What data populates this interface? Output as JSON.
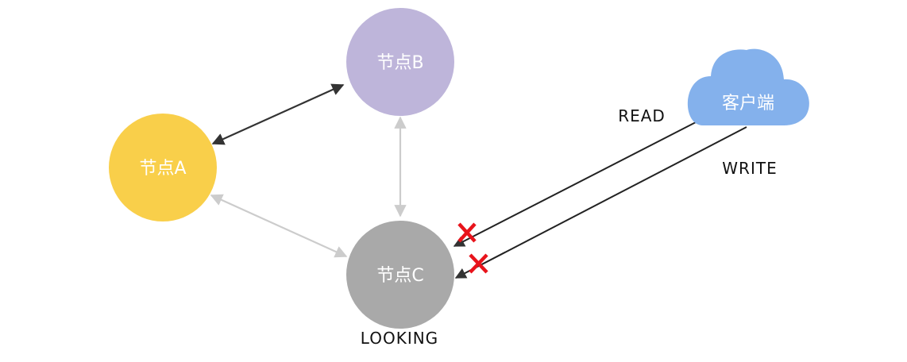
{
  "diagram": {
    "nodes": {
      "a": {
        "label": "节点A",
        "color": "#f9cf4a"
      },
      "b": {
        "label": "节点B",
        "color": "#beb5da"
      },
      "c": {
        "label": "节点C",
        "color": "#a9a9a9",
        "state": "LOOKING"
      }
    },
    "client": {
      "label": "客户端",
      "color": "#84b1ec"
    },
    "edges": [
      {
        "from": "节点A",
        "to": "节点B",
        "style": "bidirectional",
        "color": "#333333"
      },
      {
        "from": "节点A",
        "to": "节点C",
        "style": "bidirectional",
        "color": "#cccccc"
      },
      {
        "from": "节点B",
        "to": "节点C",
        "style": "bidirectional",
        "color": "#cccccc"
      }
    ],
    "requests": [
      {
        "label": "READ",
        "from": "客户端",
        "to": "节点C",
        "blocked": true
      },
      {
        "label": "WRITE",
        "from": "客户端",
        "to": "节点C",
        "blocked": true
      }
    ],
    "blocked_marker_color": "#e8131b"
  }
}
